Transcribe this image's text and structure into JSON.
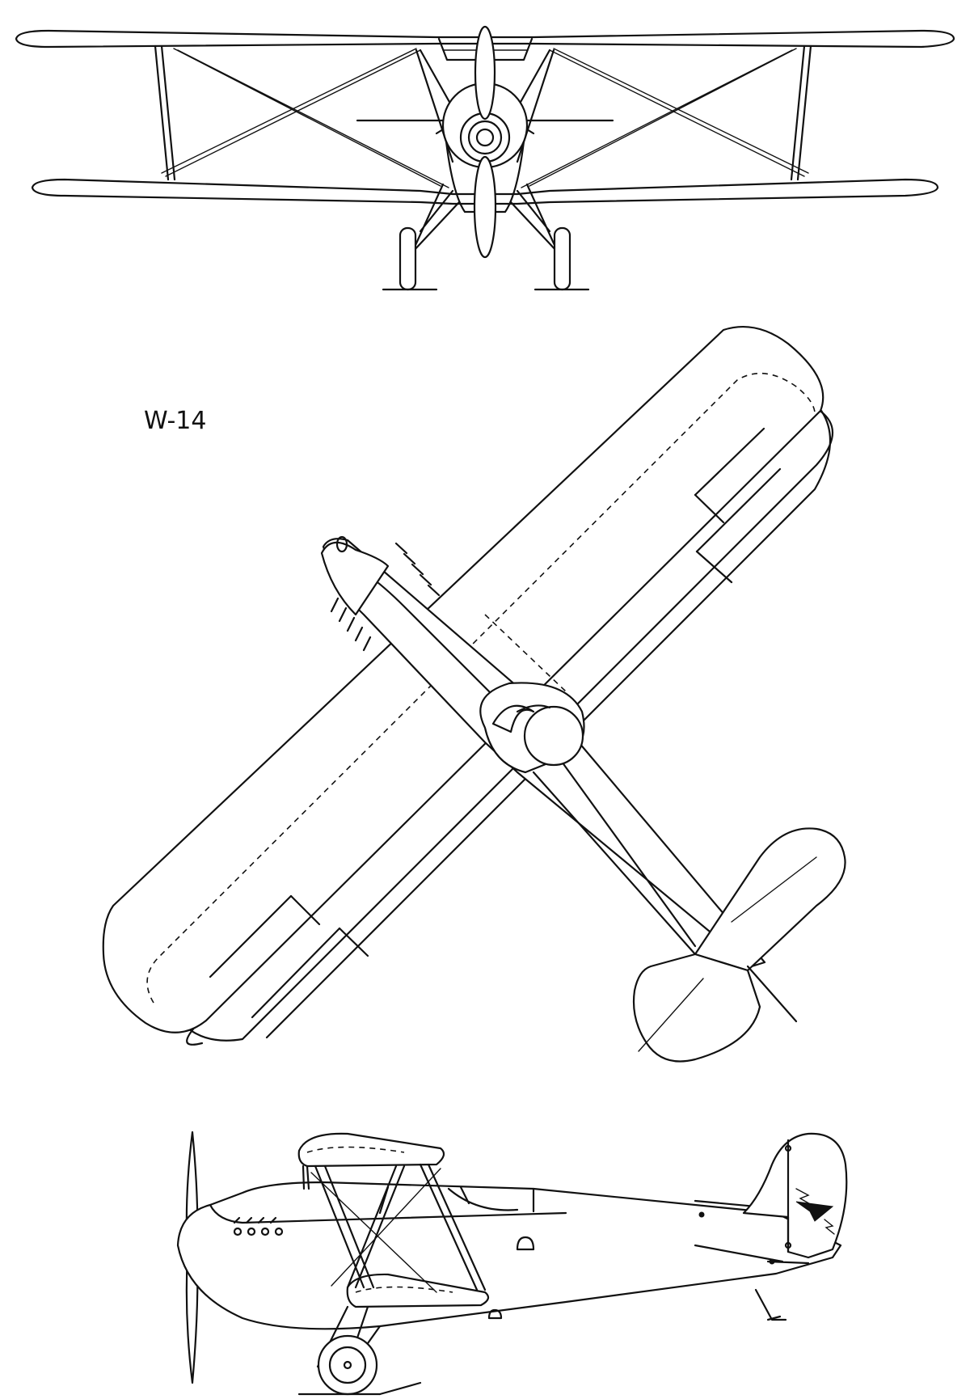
{
  "drawing": {
    "designation": "W-14",
    "views": [
      {
        "view": "front"
      },
      {
        "view": "top"
      },
      {
        "view": "side"
      }
    ]
  }
}
